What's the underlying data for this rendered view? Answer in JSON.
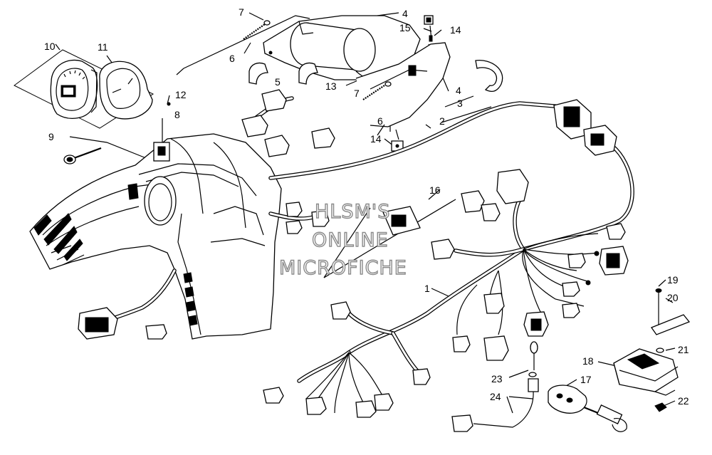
{
  "watermark": {
    "lines": [
      "HLSM'S",
      "ONLINE",
      "MICROFICHE"
    ],
    "color": "#8a8a8a"
  },
  "callouts": [
    {
      "id": "c1",
      "text": "1"
    },
    {
      "id": "c2",
      "text": "2"
    },
    {
      "id": "c3",
      "text": "3"
    },
    {
      "id": "c4a",
      "text": "4"
    },
    {
      "id": "c4b",
      "text": "4"
    },
    {
      "id": "c5",
      "text": "5"
    },
    {
      "id": "c6a",
      "text": "6"
    },
    {
      "id": "c6b",
      "text": "6"
    },
    {
      "id": "c7a",
      "text": "7"
    },
    {
      "id": "c7b",
      "text": "7"
    },
    {
      "id": "c8",
      "text": "8"
    },
    {
      "id": "c9",
      "text": "9"
    },
    {
      "id": "c10",
      "text": "10"
    },
    {
      "id": "c11",
      "text": "11"
    },
    {
      "id": "c12",
      "text": "12"
    },
    {
      "id": "c13",
      "text": "13"
    },
    {
      "id": "c14a",
      "text": "14"
    },
    {
      "id": "c14b",
      "text": "14"
    },
    {
      "id": "c15",
      "text": "15"
    },
    {
      "id": "c16",
      "text": "16"
    },
    {
      "id": "c17",
      "text": "17"
    },
    {
      "id": "c18",
      "text": "18"
    },
    {
      "id": "c19",
      "text": "19"
    },
    {
      "id": "c20",
      "text": "20"
    },
    {
      "id": "c21",
      "text": "21"
    },
    {
      "id": "c22",
      "text": "22"
    },
    {
      "id": "c23",
      "text": "23"
    },
    {
      "id": "c24",
      "text": "24"
    }
  ]
}
